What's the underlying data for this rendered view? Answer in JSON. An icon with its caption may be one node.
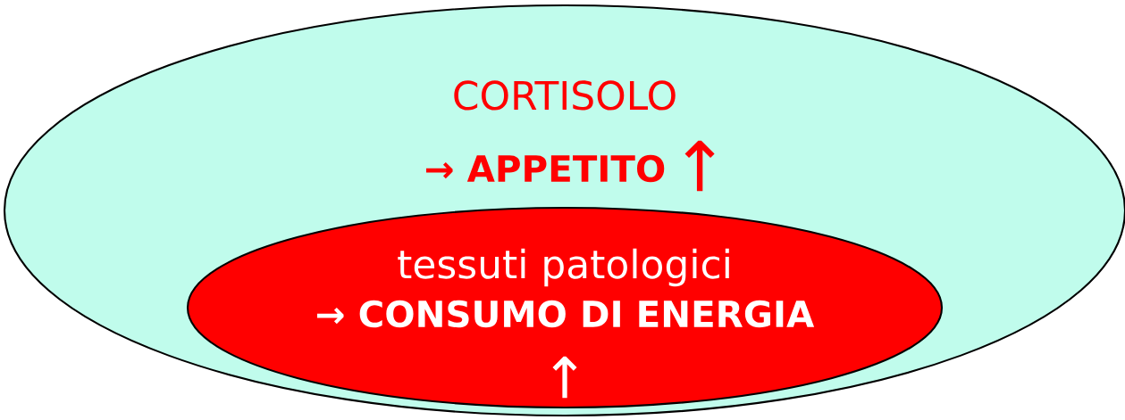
{
  "diagram": {
    "nodes": [
      {
        "text": [
          "CORTISOLO",
          "→ APPETITO",
          "↑"
        ]
      },
      {
        "text": [
          "tessuti patologici",
          "→ CONSUMO DI ENERGIA",
          "↑"
        ],
        "in": 0
      }
    ]
  }
}
